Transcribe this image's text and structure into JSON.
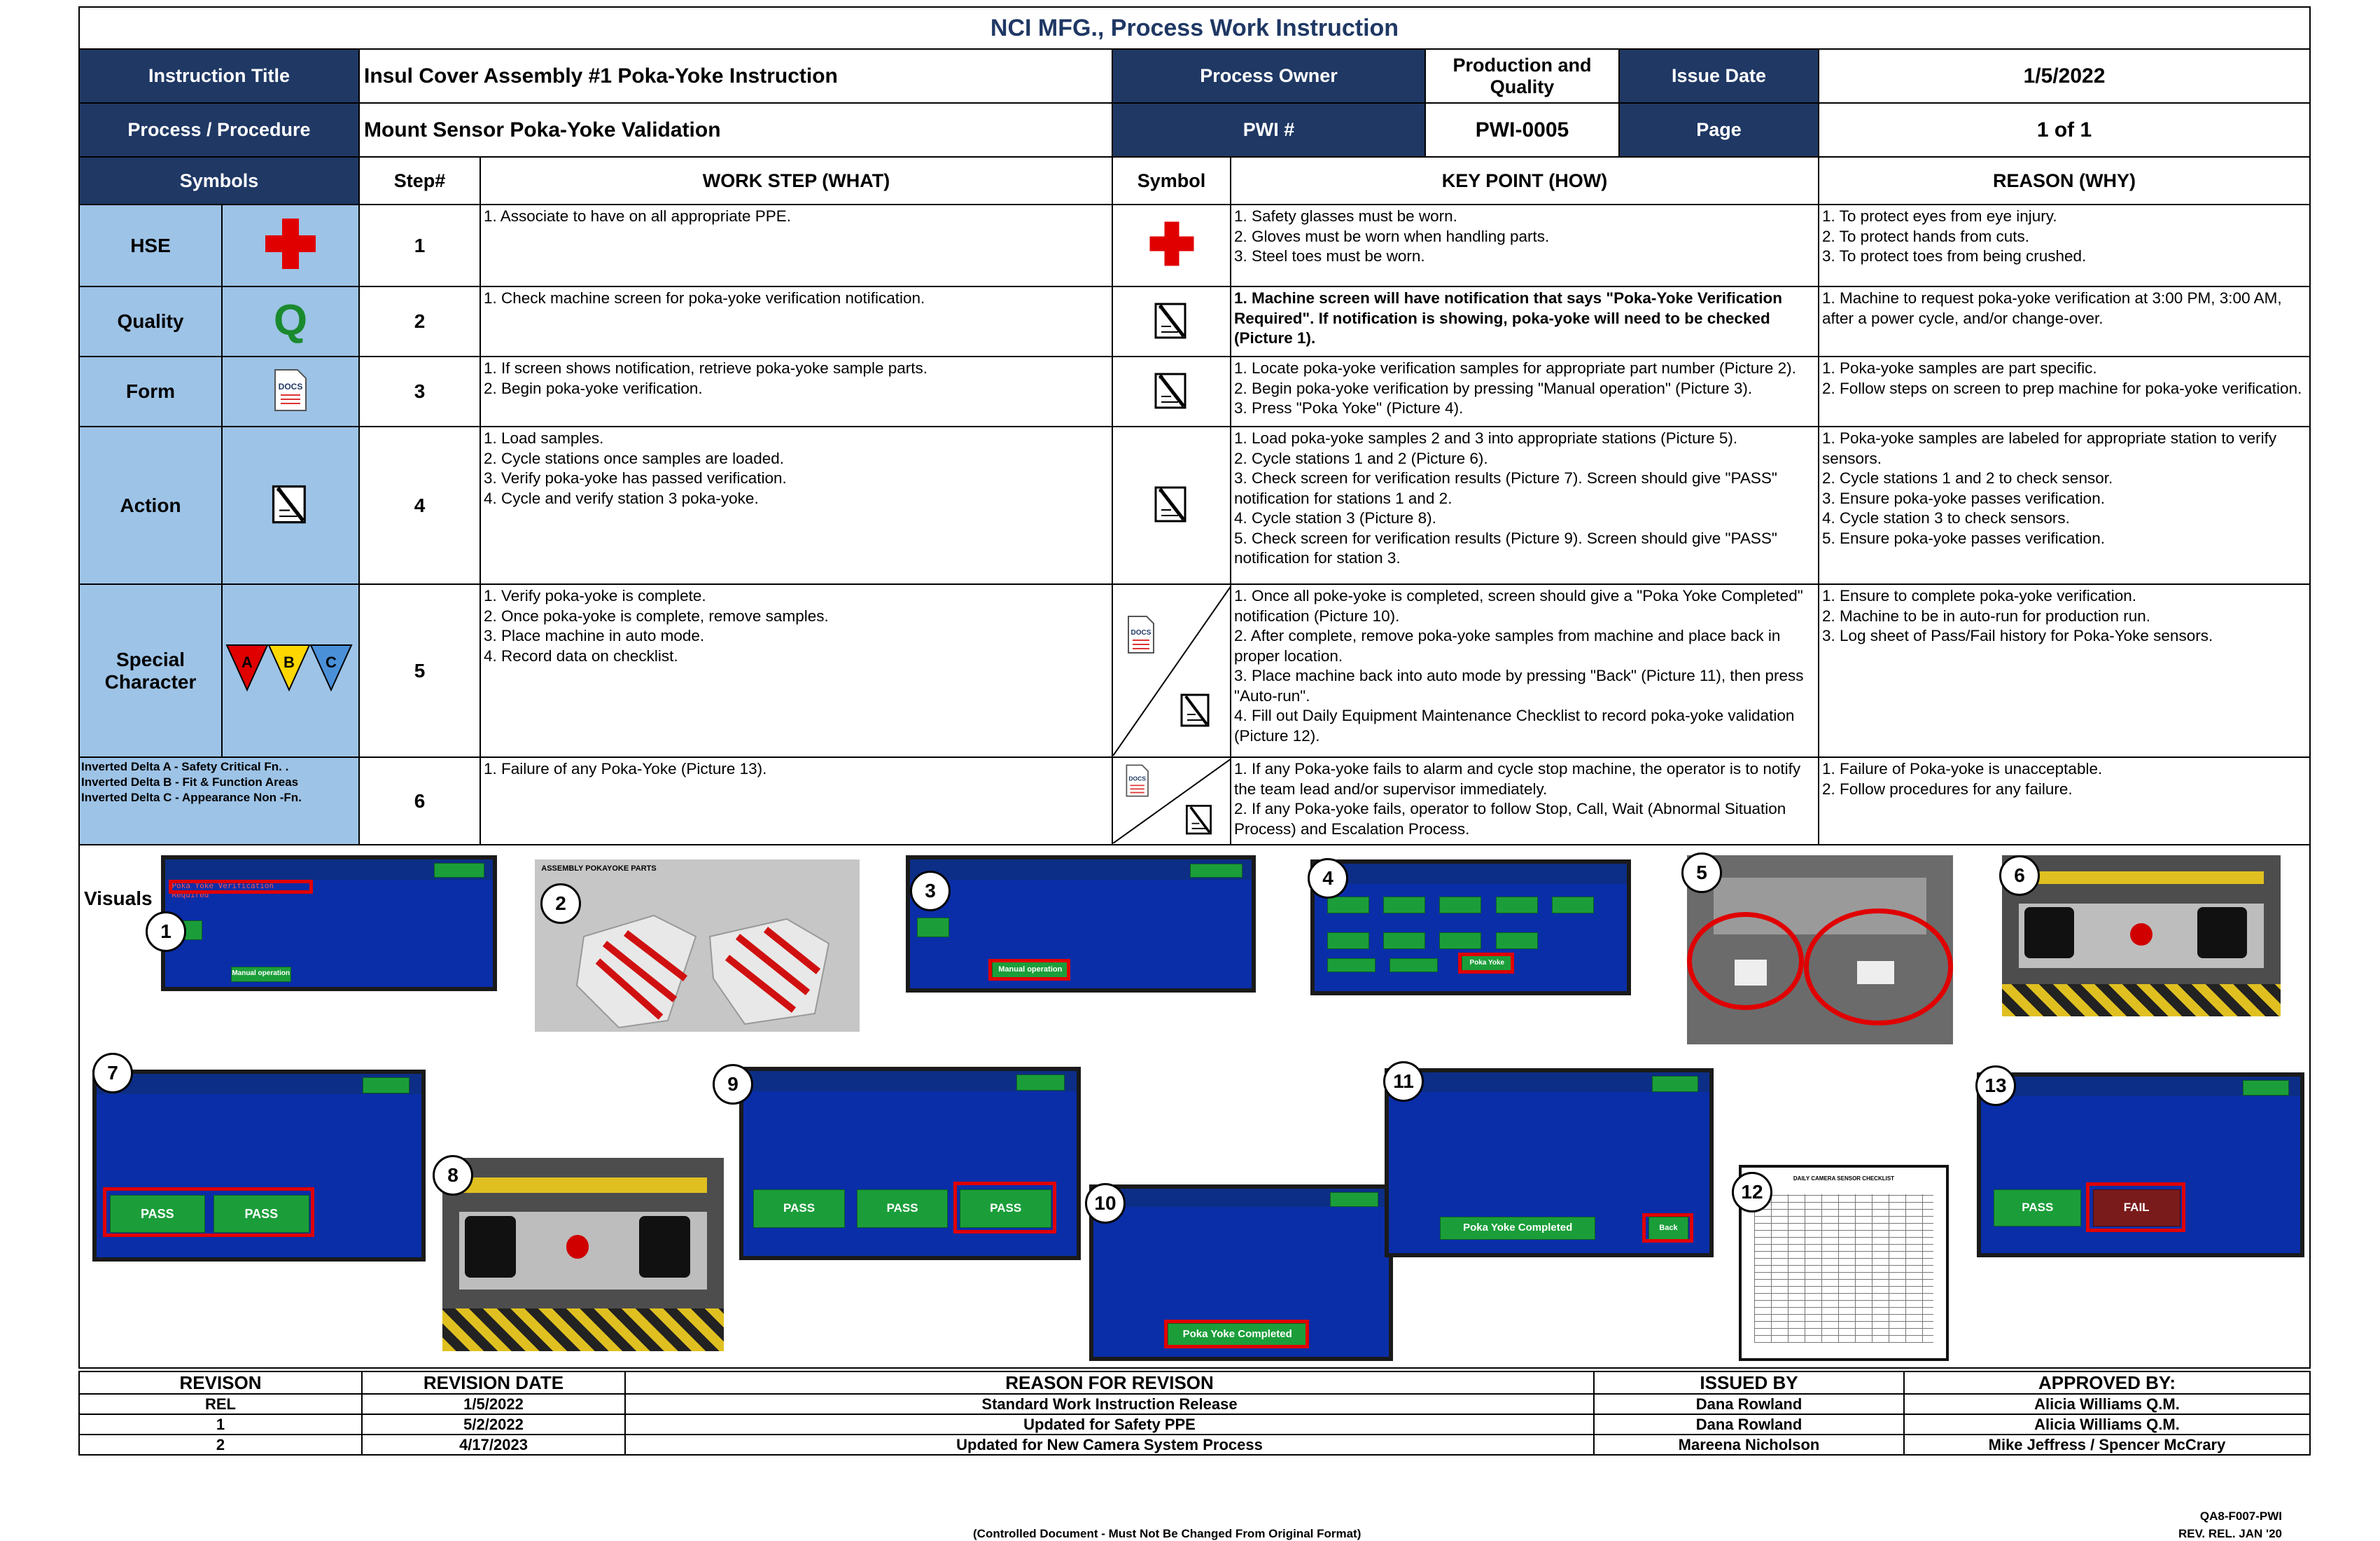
{
  "title": "NCI MFG., Process Work Instruction",
  "header": {
    "instruction_title_label": "Instruction Title",
    "instruction_title_value": "Insul Cover Assembly #1 Poka-Yoke Instruction",
    "process_owner_label": "Process Owner",
    "process_owner_value": "Production and Quality",
    "issue_date_label": "Issue Date",
    "issue_date_value": "1/5/2022",
    "procedure_label": "Process / Procedure",
    "procedure_value": "Mount Sensor Poka-Yoke Validation",
    "pwi_label": "PWI #",
    "pwi_value": "PWI-0005",
    "page_label": "Page",
    "page_value": "1 of 1"
  },
  "columns": {
    "symbols": "Symbols",
    "step": "Step#",
    "work_step": "WORK STEP (WHAT)",
    "symbol": "Symbol",
    "key_point": "KEY POINT (HOW)",
    "reason": "REASON (WHY)"
  },
  "symbols": [
    {
      "name": "HSE",
      "icon": "red-cross-icon"
    },
    {
      "name": "Quality",
      "icon": "green-q-icon"
    },
    {
      "name": "Form",
      "icon": "docs-icon"
    },
    {
      "name": "Action",
      "icon": "pencil-paper-icon"
    },
    {
      "name": "Special Character",
      "icon": "delta-abc-icon",
      "deltas": [
        "A",
        "B",
        "C"
      ],
      "colors": [
        "#e00000",
        "#ffd700",
        "#4a90d9"
      ]
    }
  ],
  "legend": "Inverted Delta A - Safety Critical Fn. .\nInverted Delta B - Fit & Function Areas\nInverted Delta C  - Appearance Non -Fn.",
  "steps": [
    {
      "num": "1",
      "what": "1. Associate to have on all appropriate PPE.",
      "how": "1. Safety glasses must be worn.\n2. Gloves must be worn when handling parts.\n3. Steel toes must be worn.",
      "why": "1. To protect eyes from eye injury.\n2. To protect hands from cuts.\n3. To protect toes from being crushed."
    },
    {
      "num": "2",
      "what": "1. Check machine screen for poka-yoke verification notification.",
      "how": "1. Machine screen will have notification that says \"Poka-Yoke Verification Required\". If notification is showing, poka-yoke will need to be checked (Picture 1).",
      "why": "1. Machine to request poka-yoke verification at 3:00 PM, 3:00 AM, after a power cycle, and/or change-over."
    },
    {
      "num": "3",
      "what": "1. If screen shows notification, retrieve poka-yoke sample parts.\n2. Begin poka-yoke verification.",
      "how": "1. Locate poka-yoke verification samples for appropriate part number (Picture 2).\n2. Begin poka-yoke verification by pressing \"Manual operation\" (Picture 3).\n3. Press \"Poka Yoke\" (Picture 4).",
      "why": "1. Poka-yoke samples are part specific.\n2. Follow steps on screen to prep machine for poka-yoke verification."
    },
    {
      "num": "4",
      "what": "1. Load samples.\n2. Cycle stations once samples are loaded.\n3. Verify poka-yoke has passed verification.\n4. Cycle and verify station 3 poka-yoke.",
      "how": "1. Load poka-yoke samples 2 and 3 into appropriate stations (Picture 5).\n2. Cycle stations 1 and 2 (Picture 6).\n3. Check screen for verification results (Picture 7). Screen should give \"PASS\" notification for stations 1 and 2.\n4. Cycle station 3 (Picture 8).\n5. Check screen for verification results (Picture 9). Screen should give \"PASS\" notification for station 3.",
      "why": "1. Poka-yoke samples are labeled for appropriate station to verify sensors.\n2. Cycle stations 1 and 2 to check sensor.\n3. Ensure poka-yoke passes verification.\n4. Cycle station 3 to check sensors.\n5. Ensure poka-yoke passes verification."
    },
    {
      "num": "5",
      "what": "1. Verify poka-yoke is complete.\n2. Once poka-yoke is complete, remove samples.\n3. Place machine in auto mode.\n4. Record data on checklist.",
      "how": "1. Once all poke-yoke is completed, screen should give a \"Poka Yoke Completed\" notification (Picture 10).\n2. After complete, remove poka-yoke samples from machine and place back in proper location.\n3. Place machine back into auto mode by pressing \"Back\" (Picture 11), then press \"Auto-run\".\n4. Fill out Daily Equipment Maintenance Checklist to record poka-yoke validation (Picture 12).",
      "why": "1. Ensure to complete poka-yoke verification.\n2. Machine to be in auto-run for production run.\n3. Log sheet of Pass/Fail history for Poka-Yoke sensors."
    },
    {
      "num": "6",
      "what": "1. Failure of any Poka-Yoke (Picture 13).",
      "how": "1. If any Poka-yoke fails to alarm and cycle stop machine, the operator is to notify the team lead and/or supervisor immediately.\n2. If any Poka-yoke fails, operator to follow Stop, Call, Wait (Abnormal Situation Process) and Escalation Process.",
      "why": "1. Failure of Poka-yoke is unacceptable.\n2. Follow procedures for any failure."
    }
  ],
  "visuals": {
    "label": "Visuals",
    "pictures": [
      "1",
      "2",
      "3",
      "4",
      "5",
      "6",
      "7",
      "8",
      "9",
      "10",
      "11",
      "12",
      "13"
    ],
    "screen_texts": {
      "notify": "Poka Yoke Verification Required",
      "manual": "Manual operation",
      "poka": "Poka Yoke",
      "pass": "PASS",
      "fail": "FAIL",
      "completed": "Poka Yoke Completed",
      "back": "Back",
      "parts": "ASSEMBLY POKAYOKE PARTS",
      "checklist": "DAILY CAMERA SENSOR CHECKLIST"
    }
  },
  "revisions": {
    "headers": [
      "REVISON",
      "REVISION DATE",
      "REASON FOR REVISON",
      "ISSUED BY",
      "APPROVED BY:"
    ],
    "rows": [
      [
        "REL",
        "1/5/2022",
        "Standard Work Instruction Release",
        "Dana Rowland",
        "Alicia Williams Q.M."
      ],
      [
        "1",
        "5/2/2022",
        "Updated for Safety PPE",
        "Dana Rowland",
        "Alicia Williams Q.M."
      ],
      [
        "2",
        "4/17/2023",
        "Updated for New Camera System Process",
        "Mareena Nicholson",
        "Mike Jeffress / Spencer McCrary"
      ]
    ]
  },
  "footer": {
    "controlled": "(Controlled Document - Must Not Be Changed From Original Format)",
    "form_id": "QA8-F007-PWI",
    "rev": "REV. REL. JAN '20"
  }
}
